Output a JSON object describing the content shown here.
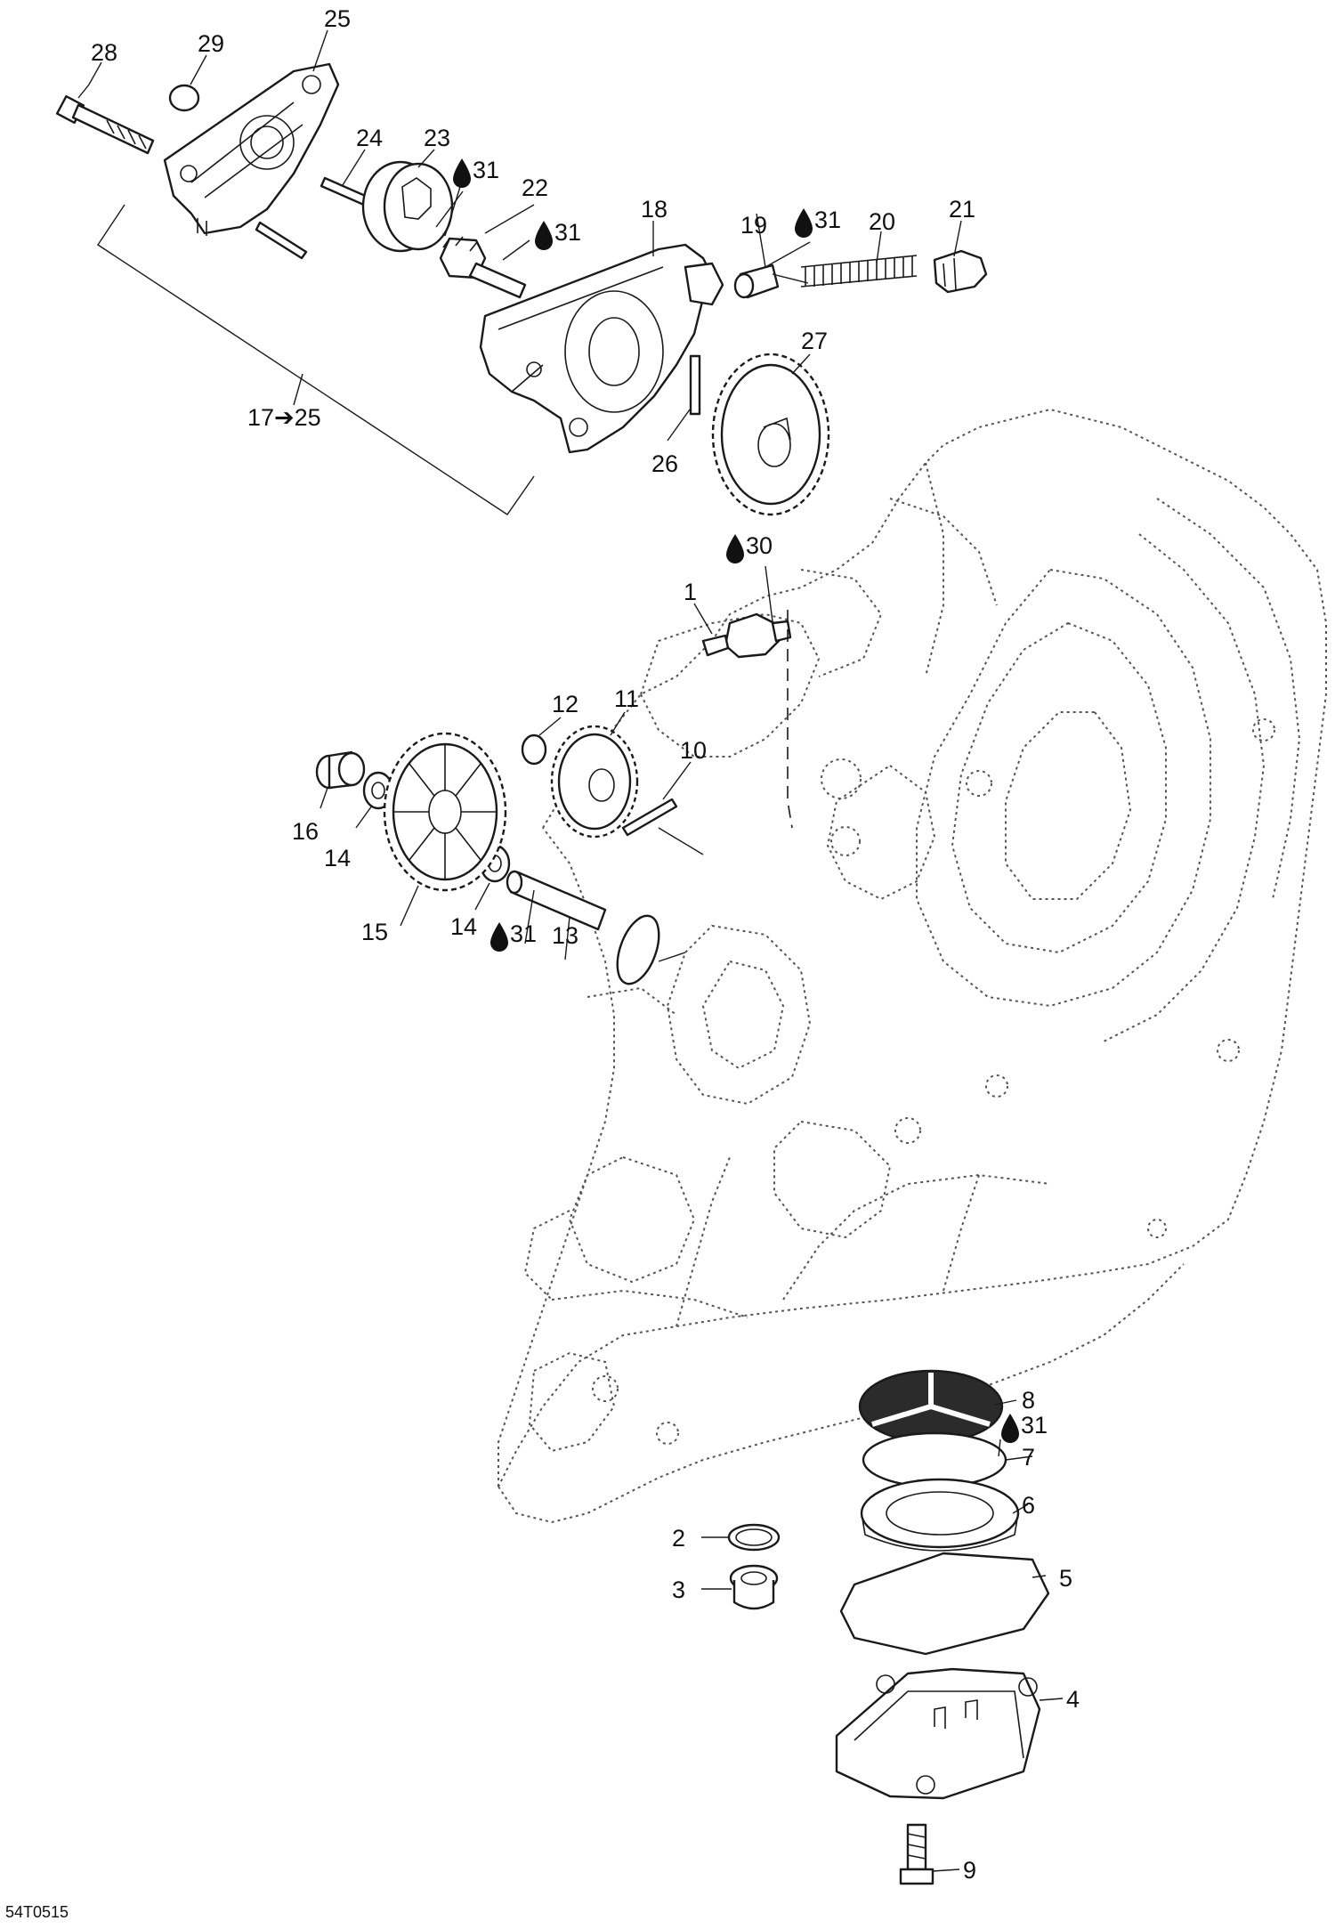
{
  "labels": {
    "p1": "1",
    "p2": "2",
    "p3": "3",
    "p4": "4",
    "p5": "5",
    "p6": "6",
    "p7": "7",
    "p8": "8",
    "p9": "9",
    "p10": "10",
    "p11": "11",
    "p12": "12",
    "p13": "13",
    "p14a": "14",
    "p14b": "14",
    "p15": "15",
    "p16": "16",
    "p18": "18",
    "p19": "19",
    "p20": "20",
    "p21": "21",
    "p22": "22",
    "p23": "23",
    "p24": "24",
    "p25": "25",
    "p26": "26",
    "p27": "27",
    "p28": "28",
    "p29": "29",
    "group": "17➔25"
  },
  "lubricant": {
    "a": "31",
    "b": "31",
    "c": "31",
    "d": "30",
    "e": "31",
    "f": "31"
  },
  "drawing_code": "54T0515",
  "colors": {
    "line": "#1a1a1a",
    "ghost": "#555555",
    "background": "#ffffff"
  },
  "icons": {
    "lubricant": "oil-drop-icon"
  }
}
